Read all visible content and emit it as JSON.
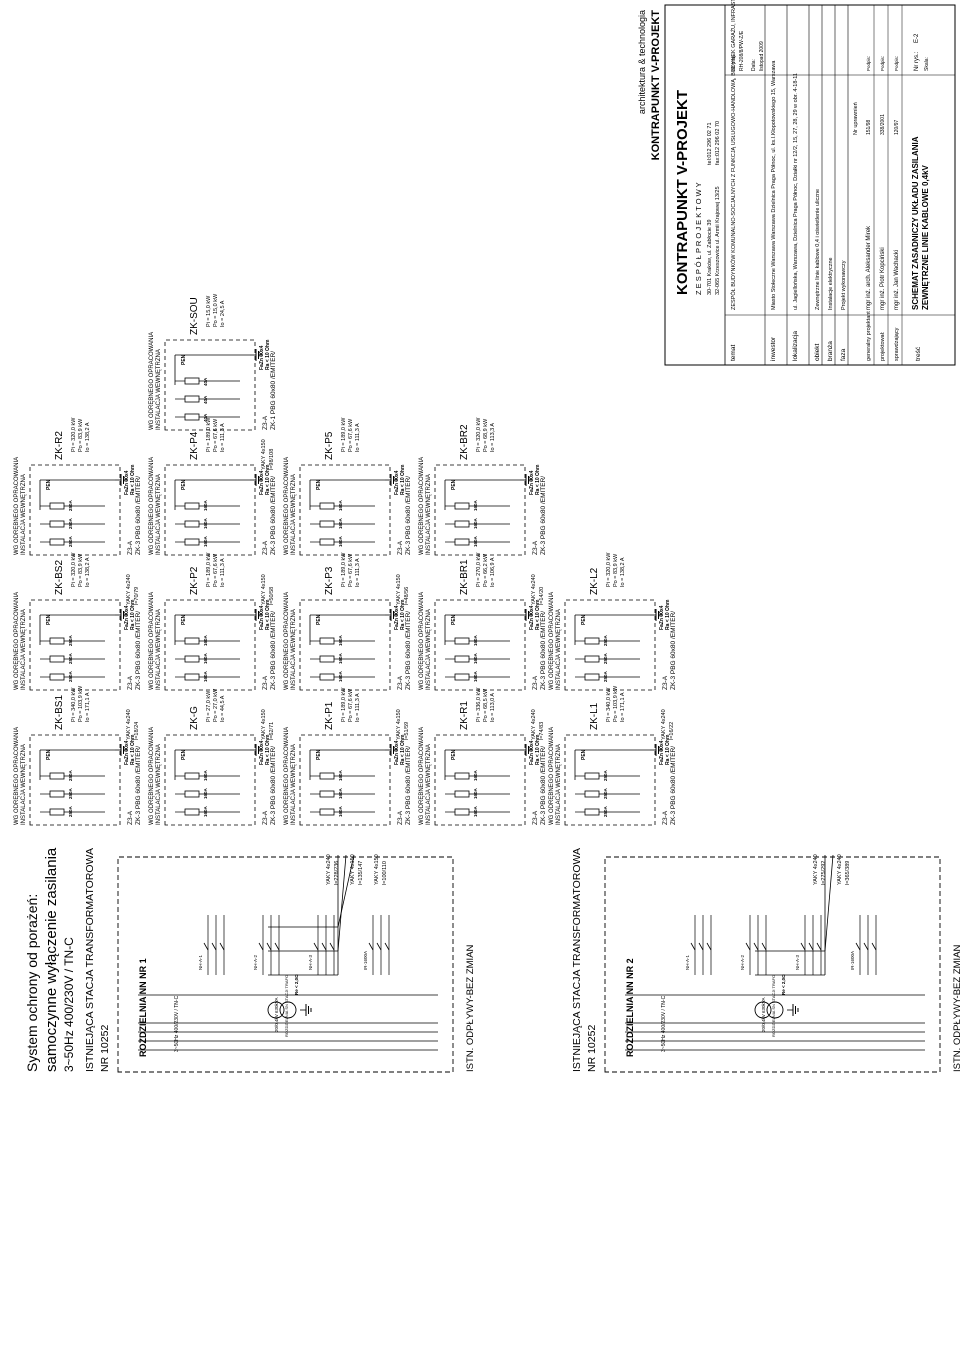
{
  "header": {
    "line1": "System ochrony od porażeń:",
    "line2": "samoczynne wyłączenie zasilania",
    "line3": "3~50Hz 400/230V / TN-C"
  },
  "stations": [
    {
      "title": "ISTNIEJĄCA STACJA TRANSFORMATOROWA",
      "number": "NR 10252",
      "board": "ROZDZIELNIA NN NR 1",
      "supply": "3~50Hz 400/230V / TN-C",
      "existing": "ISTN. ODPŁYWY-BEZ ZMIAN",
      "trafo": "ROZDZIELNIA SN STACJI TRAFO",
      "trafo_kv": "20/0,4kV 630kVA",
      "re": "Re < 2,0Ω",
      "switches": [
        "NH-A-1",
        "NH-A-2",
        "NH-A-3",
        "IR-1600A"
      ],
      "cables": [
        {
          "spec": "YAKY 4x240",
          "len": "l=228/236"
        },
        {
          "spec": "YAKY 4x150",
          "len": "l=135/147"
        },
        {
          "spec": "YAKY 4x150",
          "len": "l=100/110"
        }
      ]
    },
    {
      "title": "ISTNIEJĄCA STACJA TRANSFORMATOROWA",
      "number": "NR 10252",
      "board": "ROZDZIELNIA NN NR 2",
      "supply": "3~50Hz 400/230V / TN-C",
      "existing": "ISTN. ODPŁYWY-BEZ ZMIAN",
      "trafo": "ROZDZIELNIA SN STACJI TRAFO",
      "trafo_kv": "20/0,4kV 630kVA",
      "re": "Re < 2,0Ω",
      "switches": [
        "NH-A-1",
        "NH-A-2",
        "NH-A-3",
        "IR-1600A"
      ],
      "cables": [
        {
          "spec": "YAKY 4x240",
          "len": "l=275/292"
        },
        {
          "spec": "YAKY 4x240",
          "len": "l=365/389"
        }
      ]
    }
  ],
  "cabinets": [
    {
      "name": "ZK-BS1",
      "pi": "Pi = 340,0 kW",
      "po": "Po = 103,9 kW",
      "io": "Io = 171,1 A",
      "note": "INSTALACJA WEWNĘTRZNA",
      "note2": "WG ODRĘBNEGO OPRACOWANIA",
      "z": "ZK-3 PBG 60x80 /EMITER/",
      "zzk": "Z3-A",
      "cable": "YAKY 4x240",
      "len": "l=18/24",
      "fuse": [
        "250A",
        "250A",
        "250A"
      ],
      "pen": "PEN",
      "fa": "FaZn 30x4",
      "ra": "Ra < 10 Ohm"
    },
    {
      "name": "ZK-BS2",
      "pi": "Pi = 320,0 kW",
      "po": "Po = 83,9 kW",
      "io": "Io = 138,2 A",
      "note": "INSTALACJA WEWNĘTRZNA",
      "note2": "WG ODRĘBNEGO OPRACOWANIA",
      "z": "ZK-3 PBG 60x80 /EMITER/",
      "zzk": "Z3-A",
      "cable": "YAKY 4x240",
      "len": "l=70/79",
      "fuse": [
        "250A",
        "250A",
        "250A"
      ],
      "pen": "PEN",
      "fa": "FaZn 30x4",
      "ra": "Ra < 10 Ohm"
    },
    {
      "name": "ZK-R2",
      "pi": "Pi = 320,0 kW",
      "po": "Po = 83,9 kW",
      "io": "Io = 138,2 A",
      "note": "INSTALACJA WEWNĘTRZNA",
      "note2": "WG ODRĘBNEGO OPRACOWANIA",
      "z": "ZK-3 PBG 60x80 /EMITER/",
      "zzk": "Z3-A",
      "cable": "",
      "len": "",
      "fuse": [
        "250A",
        "250A",
        "250A"
      ],
      "pen": "PEN",
      "fa": "FaZn 30x4",
      "ra": "Ra < 10 Ohm"
    },
    {
      "name": "ZK-G",
      "pi": "Pi = 27,0 kW",
      "po": "Po = 27,0 kW",
      "io": "Io = 44,5 A",
      "note": "INSTALACJA WEWNĘTRZNA",
      "note2": "WG ODRĘBNEGO OPRACOWANIA",
      "z": "ZK-3 PBG 60x80 /EMITER/",
      "zzk": "Z3-A",
      "cable": "YAKY 4x150",
      "len": "l=62/71",
      "fuse": [
        "160A",
        "160A",
        "160A"
      ],
      "pen": "PEN",
      "fa": "FaZn 30x4",
      "ra": "Ra < 10 Ohm"
    },
    {
      "name": "ZK-P2",
      "pi": "Pi = 189,0 kW",
      "po": "Po = 67,6 kW",
      "io": "Io = 111,3 A",
      "note": "INSTALACJA WEWNĘTRZNA",
      "note2": "WG ODRĘBNEGO OPRACOWANIA",
      "z": "ZK-3 PBG 60x80 /EMITER/",
      "zzk": "Z3-A",
      "cable": "YAKY 4x150",
      "len": "l=50/58",
      "fuse": [
        "160A",
        "160A",
        "160A"
      ],
      "pen": "PEN",
      "fa": "FaZn 30x4",
      "ra": "Ra < 10 Ohm"
    },
    {
      "name": "ZK-P4",
      "pi": "Pi = 189,0 kW",
      "po": "Po = 67,6 kW",
      "io": "Io = 111,3 A",
      "note": "INSTALACJA WEWNĘTRZNA",
      "note2": "WG ODRĘBNEGO OPRACOWANIA",
      "z": "ZK-3 PBG 60x80 /EMITER/",
      "zzk": "Z3-A",
      "cable": "YAKY 4x150",
      "len": "l=98/108",
      "fuse": [
        "160A",
        "160A",
        "160A"
      ],
      "pen": "PEN",
      "fa": "FaZn 30x4",
      "ra": "Ra < 10 Ohm"
    },
    {
      "name": "ZK-SOU",
      "pi": "Pi = 15,0 kW",
      "po": "Po = 15,0 kW",
      "io": "Io = 24,5 A",
      "note": "INSTALACJA WEWNĘTRZNA",
      "note2": "WG ODRĘBNEGO OPRACOWANIA",
      "z": "ZK-1 PBG 60x80 /EMITER/",
      "zzk": "Z3-A",
      "cable": "",
      "len": "",
      "fuse": [
        "40A",
        "40A",
        "40A"
      ],
      "pen": "PEN",
      "fa": "FaZn 30x4",
      "ra": "Ra < 10 Ohm"
    },
    {
      "name": "ZK-P1",
      "pi": "Pi = 189,0 kW",
      "po": "Po = 67,6 kW",
      "io": "Io = 111,3 A",
      "note": "INSTALACJA WEWNĘTRZNA",
      "note2": "WG ODRĘBNEGO OPRACOWANIA",
      "z": "ZK-3 PBG 60x80 /EMITER/",
      "zzk": "Z3-A",
      "cable": "YAKY 4x150",
      "len": "l=51/59",
      "fuse": [
        "160A",
        "160A",
        "160A"
      ],
      "pen": "PEN",
      "fa": "FaZn 30x4",
      "ra": "Ra < 10 Ohm"
    },
    {
      "name": "ZK-P3",
      "pi": "Pi = 189,0 kW",
      "po": "Po = 67,6 kW",
      "io": "Io = 111,3 A",
      "note": "INSTALACJA WEWNĘTRZNA",
      "note2": "WG ODRĘBNEGO OPRACOWANIA",
      "z": "ZK-3 PBG 60x80 /EMITER/",
      "zzk": "Z3-A",
      "cable": "YAKY 4x150",
      "len": "l=48/56",
      "fuse": [
        "160A",
        "160A",
        "160A"
      ],
      "pen": "PEN",
      "fa": "FaZn 30x4",
      "ra": "Ra < 10 Ohm"
    },
    {
      "name": "ZK-P5",
      "pi": "Pi = 189,0 kW",
      "po": "Po = 67,6 kW",
      "io": "Io = 111,3 A",
      "note": "INSTALACJA WEWNĘTRZNA",
      "note2": "WG ODRĘBNEGO OPRACOWANIA",
      "z": "ZK-3 PBG 60x80 /EMITER/",
      "zzk": "Z3-A",
      "cable": "",
      "len": "",
      "fuse": [
        "160A",
        "160A",
        "160A"
      ],
      "pen": "PEN",
      "fa": "FaZn 30x4",
      "ra": "Ra < 10 Ohm"
    },
    {
      "name": "ZK-R1",
      "pi": "Pi = 336,0 kW",
      "po": "Po = 68,5 kW",
      "io": "Io = 113,0 A",
      "note": "INSTALACJA WEWNĘTRZNA",
      "note2": "WG ODRĘBNEGO OPRACOWANIA",
      "z": "ZK-3 PBG 60x80 /EMITER/",
      "zzk": "Z3-A",
      "cable": "YAKY 4x240",
      "len": "l=74/83",
      "fuse": [
        "160A",
        "160A",
        "160A"
      ],
      "pen": "PEN",
      "fa": "FaZn 30x4",
      "ra": "Ra < 10 Ohm"
    },
    {
      "name": "ZK-BR1",
      "pi": "Pi = 270,0 kW",
      "po": "Po = 66,2 kW",
      "io": "Io = 106,9 A",
      "note": "INSTALACJA WEWNĘTRZNA",
      "note2": "WG ODRĘBNEGO OPRACOWANIA",
      "z": "ZK-3 PBG 60x80 /EMITER/",
      "zzk": "Z3-A",
      "cable": "YAKY 4x240",
      "len": "l=14/20",
      "fuse": [
        "160A",
        "160A",
        "160A"
      ],
      "pen": "PEN",
      "fa": "FaZn 30x4",
      "ra": "Ra < 10 Ohm"
    },
    {
      "name": "ZK-BR2",
      "pi": "Pi = 320,0 kW",
      "po": "Po = 68,9 kW",
      "io": "Io = 113,3 A",
      "note": "INSTALACJA WEWNĘTRZNA",
      "note2": "WG ODRĘBNEGO OPRACOWANIA",
      "z": "ZK-3 PBG 60x80 /EMITER/",
      "zzk": "Z3-A",
      "cable": "",
      "len": "",
      "fuse": [
        "160A",
        "160A",
        "160A"
      ],
      "pen": "PEN",
      "fa": "FaZn 30x4",
      "ra": "Ra < 10 Ohm"
    },
    {
      "name": "ZK-L1",
      "pi": "Pi = 340,0 kW",
      "po": "Po = 103,9 kW",
      "io": "Io = 171,1 A",
      "note": "INSTALACJA WEWNĘTRZNA",
      "note2": "WG ODRĘBNEGO OPRACOWANIA",
      "z": "ZK-3 PBG 60x80 /EMITER/",
      "zzk": "Z3-A",
      "cable": "YAKY 4x240",
      "len": "l=16/22",
      "fuse": [
        "250A",
        "250A",
        "250A"
      ],
      "pen": "PEN",
      "fa": "FaZn 30x4",
      "ra": "Ra < 10 Ohm"
    },
    {
      "name": "ZK-L2",
      "pi": "Pi = 320,0 kW",
      "po": "Po = 83,9 kW",
      "io": "Io = 138,2 A",
      "note": "INSTALACJA WEWNĘTRZNA",
      "note2": "WG ODRĘBNEGO OPRACOWANIA",
      "z": "ZK-3 PBG 60x80 /EMITER/",
      "zzk": "Z3-A",
      "cable": "",
      "len": "",
      "fuse": [
        "250A",
        "250A",
        "250A"
      ],
      "pen": "PEN",
      "fa": "FaZn 30x4",
      "ra": "Ra < 10 Ohm"
    }
  ],
  "titleblock": {
    "brand_top": "architektura & technologia",
    "brand": "KONTRAPUNKT V-PROJEKT",
    "company": "KONTRAPUNKT V-PROJEKT",
    "team": "Z E S P Ó Ł   P R O J E K T O W Y",
    "addr1": "30-701 Kraków, ul. Zabłocie 39",
    "addr1b": "tel:012 296 02 71",
    "addr2": "32-065 Krzeszowice ul. Armii Krajowej 13/25",
    "addr2b": "fax:012 296 02 70",
    "rows": [
      {
        "label": "temat",
        "value": "ZESPÓŁ BUDYNKÓW KOMUNALNO-SOCJALNYCH Z FUNKCJĄ USŁUGOWO-HANDLOWĄ, BUDYNEK GARAŻU, INFRASTRUKTURA TECHNICZNA I ELEMENTY ZAGOSPOD. TERENU NA TERENIE ZABYTKOWEGO FORTU SŁAWCZYKOWO"
      },
      {
        "label": "inwestor",
        "value": "Miasto Stołeczne Warszawa Warszawa Dzielnica Praga Północ, ul. ks.I.Kłopotowskiego 15, Warszawa"
      },
      {
        "label": "lokalizacja",
        "value": "ul. Jagiellońska, Warszawa, Dzielnica Praga Północ, Działki nr 12/2, 15, 27, 28, 29 w obr. 4-18-11"
      },
      {
        "label": "obiekt",
        "value": "Zewnętrzne linie kablowe 0,4 i oświetlenie uliczne"
      },
      {
        "label": "branża",
        "value": "Instalacje elektryczne"
      },
      {
        "label": "faza",
        "value": "Projekt wykonawczy"
      }
    ],
    "nr_proj_label": "Nr proj.:",
    "nr_proj": "RH-208/8/PW-Z/E",
    "data_label": "Data:",
    "data": "listopad 2009",
    "uprawn_label": "Nr uprawnień",
    "podpis": "Podpis:",
    "people": [
      {
        "role": "generalny projektant",
        "name": "mgr inż. arch. Aleksander Mirek",
        "nr": "151/98"
      },
      {
        "role": "projektował:",
        "name": "mgr inż. Piotr Kopciński",
        "nr": "338/2001"
      },
      {
        "role": "sprawdzający",
        "name": "mgr inż. Jan Wachacki",
        "nr": "120/97"
      }
    ],
    "tresc_label": "treść",
    "tresc1": "SCHEMAT ZASADNICZY UKŁADU ZASILANIA",
    "tresc2": "ZEWNĘTRZNE LINIE KABLOWE 0,4kV",
    "nr_rys_label": "Nr rys.:",
    "nr_rys": "E-2",
    "skala_label": "Skala:",
    "skala": ""
  }
}
